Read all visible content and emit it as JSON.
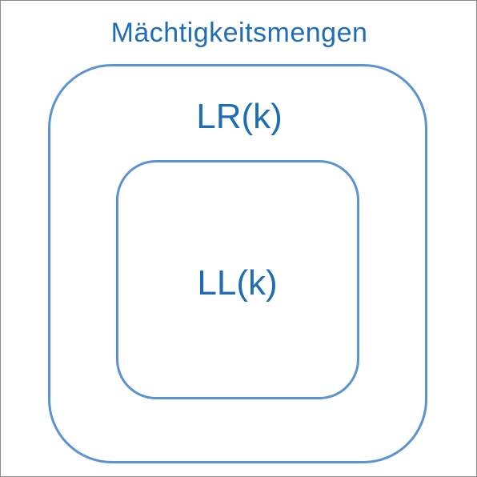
{
  "diagram": {
    "title": "Mächtigkeitsmengen",
    "outer_set": {
      "label": "LR(k)"
    },
    "inner_set": {
      "label": "LL(k)"
    }
  },
  "colors": {
    "text": "#1f6eb4",
    "outline": "#5b93d0",
    "frame": "#8c8c8c",
    "background": "#ffffff"
  }
}
